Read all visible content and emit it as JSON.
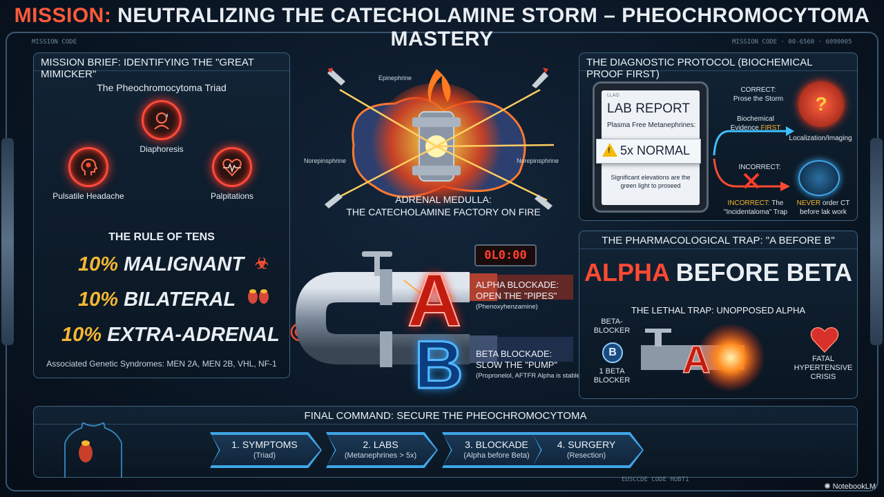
{
  "title": {
    "prefix": "MISSION:",
    "rest": "NEUTRALIZING THE CATECHOLAMINE STORM – PHEOCHROMOCYTOMA MASTERY"
  },
  "codes": {
    "top_left": "MISSION CODE",
    "top_right": "MISSION CODE · 00-6560 · 6090005",
    "bottom": "EUSCCDE      CODE HUBT1"
  },
  "brief": {
    "heading": "MISSION BRIEF: IDENTIFYING THE \"GREAT MIMICKER\"",
    "triad_title": "The Pheochromocytoma Triad",
    "symptoms": [
      {
        "label": "Diaphoresis",
        "icon": "sweat-face-icon"
      },
      {
        "label": "Pulsatile Headache",
        "icon": "head-pulse-icon"
      },
      {
        "label": "Palpitations",
        "icon": "heart-ecg-icon"
      }
    ],
    "tens_title": "THE RULE OF TENS",
    "tens": [
      {
        "pct": "10%",
        "label": "MALIGNANT",
        "icon": "biohazard-icon"
      },
      {
        "pct": "10%",
        "label": "BILATERAL",
        "icon": "kidneys-icon"
      },
      {
        "pct": "10%",
        "label": "EXTRA-ADRENAL",
        "icon": "target-icon"
      }
    ],
    "genetic": "Associated Genetic Syndromes: MEN 2A, MEN 2B, VHL, NF-1"
  },
  "center": {
    "chem_labels": {
      "epinephrine": "Epinephrine",
      "norepinephrine_left": "Norepinsphrine",
      "norepinephrine_right": "Norepinsphrine"
    },
    "medulla_line1": "ADRENAL MEDULLA:",
    "medulla_line2": "THE CATECHOLAMINE FACTORY ON FIRE",
    "timer": "0L0:00",
    "letter_a": "A",
    "letter_b": "B",
    "alpha_label_1": "ALPHA BLOCKADE:",
    "alpha_label_2": "OPEN THE \"PIPES\"",
    "alpha_sub": "(Phenoxyhenzamine)",
    "beta_label_1": "BETA BLOCKADE:",
    "beta_label_2": "SLOW THE \"PUMP\"",
    "beta_sub": "(Propronelol, AFTFR Alpha is stable)"
  },
  "diagnostic": {
    "heading": "THE DIAGNOSTIC PROTOCOL (BIOCHEMICAL PROOF FIRST)",
    "lab_tag": "LLAG",
    "lab_report": "LAB REPORT",
    "plasma": "Plasma Free Metanephrines:",
    "result": "5x NORMAL",
    "warn_mark": "!",
    "note": "Significant elevations are the green light to proseed",
    "correct_1": "CORRECT:",
    "correct_2": "Prose the Storm",
    "evidence_1": "Biochemical",
    "evidence_2": "Evidence",
    "evidence_hl": "FIRST",
    "localization": "Localization/Imaging",
    "incorrect_top": "INCORRECT:",
    "incorrect_bottom_hl": "INCORRECT:",
    "incorrect_bottom_1": "The",
    "incorrect_bottom_2": "\"Incidentaloma\" Trap",
    "never_hl": "NEVER",
    "never_1": "order CT",
    "never_2": "before lak work",
    "kidney_q": "?"
  },
  "trap": {
    "heading": "THE PHARMACOLOGICAL TRAP: \"A BEFORE B\"",
    "alpha_word": "ALPHA",
    "before_beta": "BEFORE BETA",
    "lethal": "THE LETHAL TRAP: UNOPPOSED ALPHA",
    "beta_blocker_1": "BETA-",
    "beta_blocker_2": "BLOCKER",
    "b_badge": "B",
    "one_beta_1": "1 BETA",
    "one_beta_2": "BLOCKER",
    "letter_a": "A",
    "fatal_1": "FATAL",
    "fatal_2": "HYPERTENSIVE",
    "fatal_3": "CRISIS"
  },
  "final": {
    "heading": "FINAL COMMAND: SECURE THE PHEOCHROMOCYTOMA",
    "steps": [
      {
        "t1": "1. SYMPTOMS",
        "t2": "(Triad)"
      },
      {
        "t1": "2. LABS",
        "t2": "(Metanephrines > 5x)"
      },
      {
        "t1": "3. BLOCKADE",
        "t2": "(Alpha before Beta)"
      },
      {
        "t1": "4. SURGERY",
        "t2": "(Resection)"
      }
    ]
  },
  "brand": "NotebookLM",
  "colors": {
    "accent_red": "#ff4a32",
    "accent_amber": "#f7b733",
    "accent_blue": "#3fa6e8",
    "panel_border": "#3f6480"
  }
}
